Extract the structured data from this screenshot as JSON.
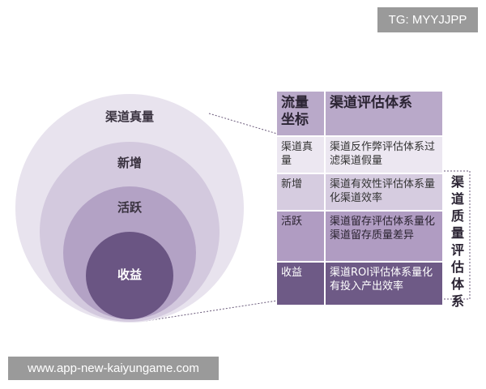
{
  "watermark": {
    "tag": "TG: MYYJJPP",
    "url": "www.app-new-kaiyungame.com"
  },
  "circles": {
    "outer": "渠道真量",
    "second": "新增",
    "third": "活跃",
    "inner": "收益"
  },
  "table": {
    "header": {
      "left": "流量坐标",
      "right": "渠道评估体系"
    },
    "rows": [
      {
        "left": "渠道真量",
        "right": "渠道反作弊评估体系过滤渠道假量"
      },
      {
        "left": "新增",
        "right": "渠道有效性评估体系量化渠道效率"
      },
      {
        "left": "活跃",
        "right": "渠道留存评估体系量化渠道留存质量差异"
      },
      {
        "left": "收益",
        "right": "渠道ROI评估体系量化有投入产出效率"
      }
    ]
  },
  "side_title": "渠道质量评估体系",
  "colors": {
    "outer": "#e8e3ee",
    "second": "#d3c9de",
    "third": "#b3a2c5",
    "inner": "#6a5583"
  }
}
